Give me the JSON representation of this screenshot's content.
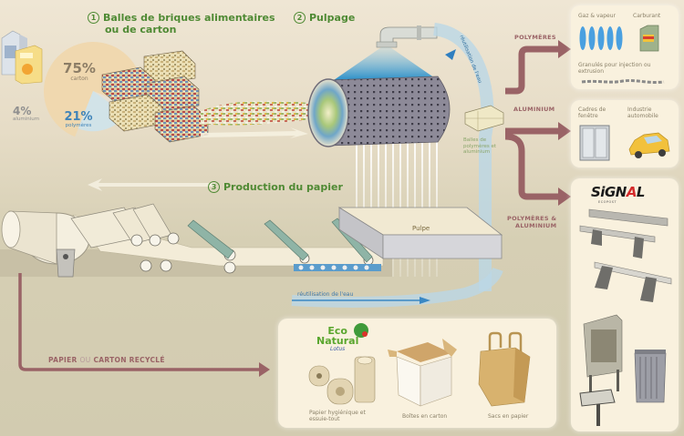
{
  "steps": [
    {
      "number": "1",
      "title_line1": "Balles de briques alimentaires",
      "title_line2": "ou de carton"
    },
    {
      "number": "2",
      "title": "Pulpage"
    },
    {
      "number": "3",
      "title": "Production du papier"
    }
  ],
  "composition_pie": {
    "slices": [
      {
        "percent": "75%",
        "label": "carton",
        "value": 75,
        "color": "#f0d7ac"
      },
      {
        "percent": "21%",
        "label": "polymères",
        "value": 21,
        "color": "#cfe3ea"
      },
      {
        "percent": "4%",
        "label": "aluminium",
        "value": 4,
        "color": "#e6e1d6"
      }
    ]
  },
  "labels": {
    "water_reuse_top": "réutilisation de l'eau",
    "water_reuse_bottom": "réutilisation de l'eau",
    "bales_polymers": "Balles de polymères et aluminium",
    "pulp": "Pulpe"
  },
  "flows": {
    "polymers": "POLYMÈRES",
    "aluminium": "ALUMINIUM",
    "polymers_aluminium_1": "POLYMÈRES &",
    "polymers_aluminium_2": "ALUMINIUM",
    "recycled_paper_a": "PAPIER",
    "recycled_paper_or": "OU",
    "recycled_paper_b": "CARTON RECYCLÉ"
  },
  "panel_polymers": {
    "gas": "Gaz & vapeur",
    "fuel": "Carburant",
    "granules": "Granulés pour injection ou extrusion"
  },
  "panel_aluminium": {
    "windows": "Cadres de fenêtre",
    "auto": "Industrie automobile"
  },
  "panel_signal": {
    "brand_a": "SiGN",
    "brand_b": "A",
    "brand_c": "L",
    "tagline": "ECOPOST"
  },
  "panel_paper": {
    "brand_line1": "Eco",
    "brand_line2": "Natural",
    "brand_sub": "Lotus",
    "tissue": "Papier hygiénique et essuie-tout",
    "boxes": "Boîtes en carton",
    "bags": "Sacs en papier"
  },
  "colors": {
    "step_green": "#4f8a34",
    "flow_arrow": "#9a6366",
    "water_blue": "#5aa6d6",
    "background": "#d6cfb4"
  }
}
